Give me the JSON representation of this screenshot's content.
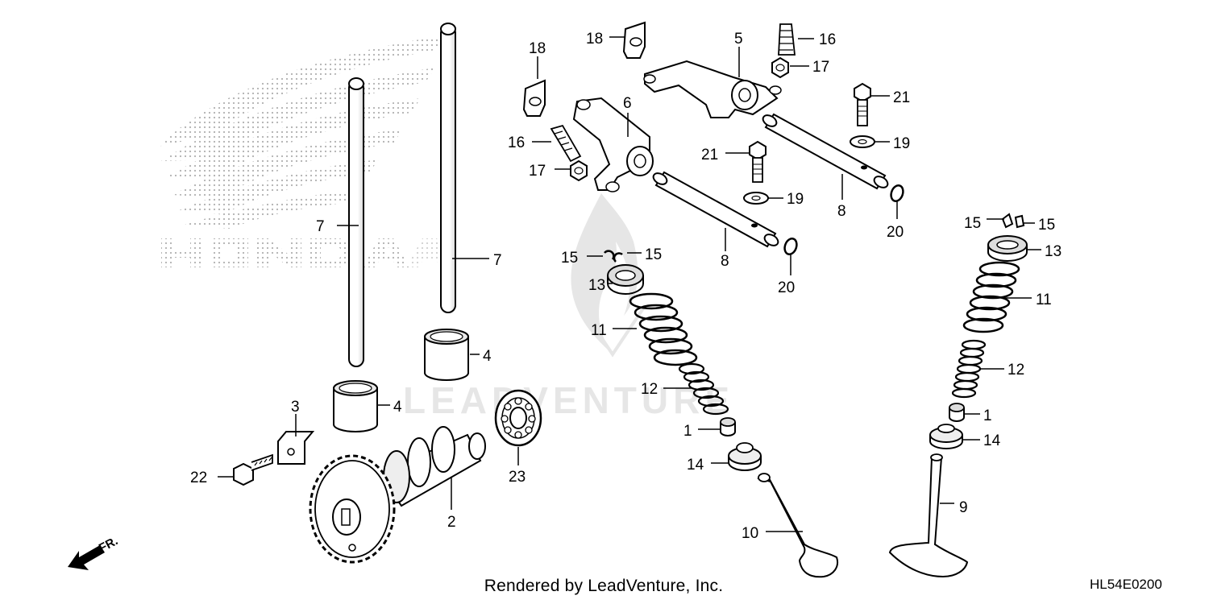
{
  "footer": {
    "credit": "Rendered by LeadVenture, Inc.",
    "diagram_code": "HL54E0200"
  },
  "watermarks": {
    "brand_logo": "HONDA",
    "dealer": "LEADVENTURE"
  },
  "direction_indicator": "FR.",
  "callouts": [
    {
      "id": "c7a",
      "text": "7"
    },
    {
      "id": "c7b",
      "text": "7"
    },
    {
      "id": "c4a",
      "text": "4"
    },
    {
      "id": "c4b",
      "text": "4"
    },
    {
      "id": "c3",
      "text": "3"
    },
    {
      "id": "c22",
      "text": "22"
    },
    {
      "id": "c2",
      "text": "2"
    },
    {
      "id": "c23",
      "text": "23"
    },
    {
      "id": "c18a",
      "text": "18"
    },
    {
      "id": "c18b",
      "text": "18"
    },
    {
      "id": "c16a",
      "text": "16"
    },
    {
      "id": "c16b",
      "text": "16"
    },
    {
      "id": "c17a",
      "text": "17"
    },
    {
      "id": "c17b",
      "text": "17"
    },
    {
      "id": "c6",
      "text": "6"
    },
    {
      "id": "c5",
      "text": "5"
    },
    {
      "id": "c21a",
      "text": "21"
    },
    {
      "id": "c21b",
      "text": "21"
    },
    {
      "id": "c19a",
      "text": "19"
    },
    {
      "id": "c19b",
      "text": "19"
    },
    {
      "id": "c8a",
      "text": "8"
    },
    {
      "id": "c8b",
      "text": "8"
    },
    {
      "id": "c20a",
      "text": "20"
    },
    {
      "id": "c20b",
      "text": "20"
    },
    {
      "id": "c15a",
      "text": "15"
    },
    {
      "id": "c15b",
      "text": "15"
    },
    {
      "id": "c15c",
      "text": "15"
    },
    {
      "id": "c15d",
      "text": "15"
    },
    {
      "id": "c13a",
      "text": "13"
    },
    {
      "id": "c13b",
      "text": "13"
    },
    {
      "id": "c11a",
      "text": "11"
    },
    {
      "id": "c11b",
      "text": "11"
    },
    {
      "id": "c12a",
      "text": "12"
    },
    {
      "id": "c12b",
      "text": "12"
    },
    {
      "id": "c1a",
      "text": "1"
    },
    {
      "id": "c1b",
      "text": "1"
    },
    {
      "id": "c14a",
      "text": "14"
    },
    {
      "id": "c14b",
      "text": "14"
    },
    {
      "id": "c10",
      "text": "10"
    },
    {
      "id": "c9",
      "text": "9"
    }
  ]
}
